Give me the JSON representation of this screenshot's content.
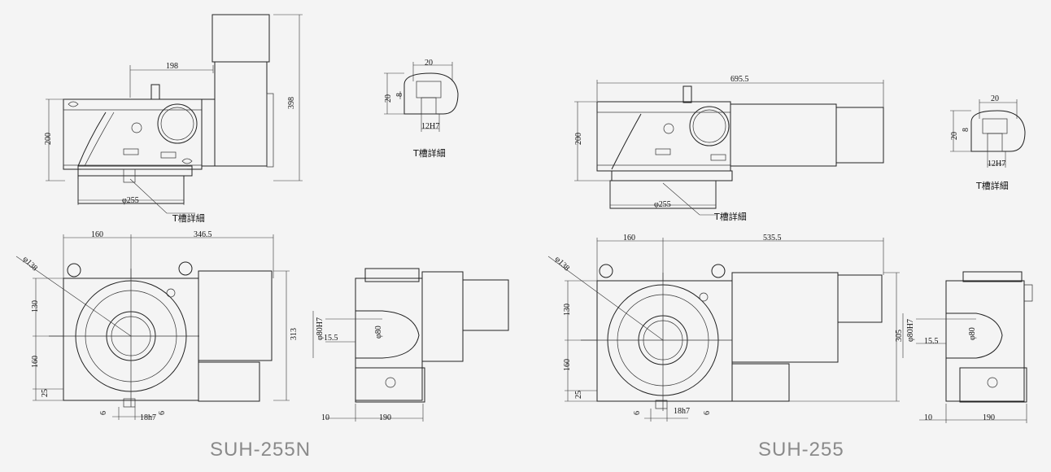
{
  "models": {
    "left": "SUH-255N",
    "right": "SUH-255"
  },
  "labels": {
    "t_slot_detail": "T槽詳細",
    "phi255": "φ255",
    "phi138": "φ138",
    "phi80": "φ80",
    "phi80h7": "φ80H7",
    "h7_12": "12H7",
    "h7_18": "18h7"
  },
  "left_dims": {
    "d198": "198",
    "d398": "398",
    "d200": "200",
    "d160": "160",
    "d346_5": "346.5",
    "d130": "130",
    "d160v": "160",
    "d25": "25",
    "d6a": "6",
    "d6b": "6",
    "d313": "313",
    "d15_5": "15.5",
    "d10": "10",
    "d190": "190"
  },
  "right_dims": {
    "d695_5": "695.5",
    "d200": "200",
    "d160": "160",
    "d535_5": "535.5",
    "d130": "130",
    "d160v": "160",
    "d25": "25",
    "d6a": "6",
    "d6b": "6",
    "d305": "305",
    "d15_5": "15.5",
    "d10": "10",
    "d190": "190"
  },
  "tslot_dims": {
    "w20": "20",
    "h20": "20",
    "h8": "8"
  }
}
